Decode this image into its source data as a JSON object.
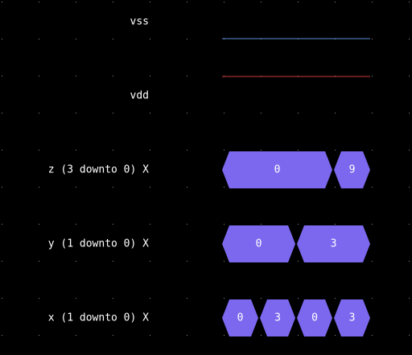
{
  "viewer": {
    "background_color": "#000000",
    "grid_dot_color": "#8a8a8a",
    "label_color": "#ffffff",
    "bus_fill_color": "#7b68ee",
    "bus_text_color": "#ffffff"
  },
  "signals": [
    {
      "id": "vss",
      "label": "vss",
      "kind": "line",
      "color": "#5b8fd6"
    },
    {
      "id": "vdd",
      "label": "vdd",
      "kind": "line",
      "color": "#d03a3a"
    },
    {
      "id": "z",
      "label": "z (3 downto 0) X",
      "kind": "bus",
      "segments": [
        {
          "value": "0",
          "duration": 3
        },
        {
          "value": "9",
          "duration": 1
        }
      ]
    },
    {
      "id": "y",
      "label": "y (1 downto 0) X",
      "kind": "bus",
      "segments": [
        {
          "value": "0",
          "duration": 2
        },
        {
          "value": "3",
          "duration": 2
        }
      ]
    },
    {
      "id": "x",
      "label": "x (1 downto 0) X",
      "kind": "bus",
      "segments": [
        {
          "value": "0",
          "duration": 1
        },
        {
          "value": "3",
          "duration": 1
        },
        {
          "value": "0",
          "duration": 1
        },
        {
          "value": "3",
          "duration": 1
        }
      ]
    }
  ]
}
